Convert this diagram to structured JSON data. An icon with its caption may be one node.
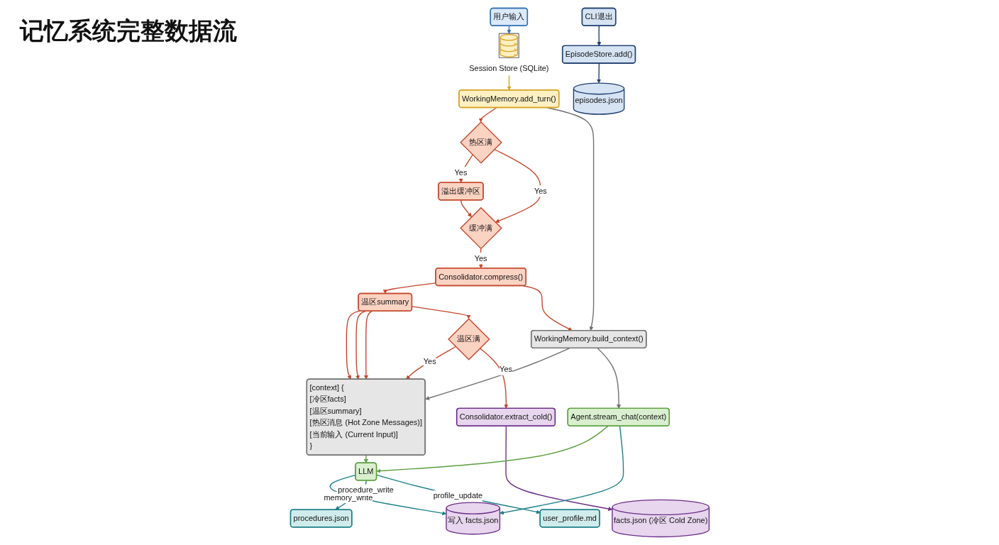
{
  "diagram": {
    "title": "记忆系统完整数据流",
    "nodes": [
      {
        "text": [
          "用户输入"
        ]
      },
      {
        "text": [
          "Session Store (SQLite)"
        ]
      },
      {
        "text": [
          "WorkingMemory.add_turn()"
        ]
      },
      {
        "text": [
          "热区满"
        ]
      },
      {
        "text": [
          "溢出缓冲区"
        ]
      },
      {
        "text": [
          "缓冲满"
        ]
      },
      {
        "text": [
          "Consolidator.compress()"
        ]
      },
      {
        "text": [
          "温区summary"
        ]
      },
      {
        "text": [
          "温区满"
        ]
      },
      {
        "text": [
          "Consolidator.extract_cold()"
        ]
      },
      {
        "text": [
          "facts.json (冷区 Cold Zone)"
        ]
      },
      {
        "text": [
          "WorkingMemory.build_context()"
        ]
      },
      {
        "text": [
          "[context] {",
          "[冷区facts]",
          "[温区summary]",
          "[热区消息 (Hot Zone Messages)]",
          "[当前输入 (Current Input)]",
          "}"
        ]
      },
      {
        "text": [
          "Agent.stream_chat(context)"
        ]
      },
      {
        "text": [
          "LLM"
        ]
      },
      {
        "text": [
          "写入 facts.json"
        ]
      },
      {
        "text": [
          "procedures.json"
        ]
      },
      {
        "text": [
          "user_profile.md"
        ]
      },
      {
        "text": [
          "CLI退出"
        ]
      },
      {
        "text": [
          "EpisodeStore.add()"
        ]
      },
      {
        "text": [
          "episodes.json"
        ]
      }
    ],
    "edges": [
      {
        "from": 0,
        "to": 1,
        "arrow": "to",
        "color": "#2f6fb5"
      },
      {
        "from": 1,
        "to": 2,
        "arrow": "to",
        "color": "#d6a21e"
      },
      {
        "from": 2,
        "to": 3,
        "arrow": "to"
      },
      {
        "from": 2,
        "to": 11,
        "arrow": "to",
        "color": "#6f6f6f"
      },
      {
        "from": 3,
        "to": 4,
        "arrow": "to",
        "label": "Yes"
      },
      {
        "from": 3,
        "to": 5,
        "arrow": "to",
        "label": "Yes"
      },
      {
        "from": 4,
        "to": 5,
        "arrow": "to"
      },
      {
        "from": 5,
        "to": 6,
        "arrow": "to",
        "label": "Yes"
      },
      {
        "from": 6,
        "to": 7,
        "arrow": "to"
      },
      {
        "from": 6,
        "to": 11,
        "arrow": "to"
      },
      {
        "from": 7,
        "to": 12,
        "arrow": "to"
      },
      {
        "from": 7,
        "to": 12,
        "arrow": "to"
      },
      {
        "from": 7,
        "to": 12,
        "arrow": "to"
      },
      {
        "from": 7,
        "to": 8,
        "arrow": "to"
      },
      {
        "from": 8,
        "to": 12,
        "arrow": "to",
        "label": "Yes"
      },
      {
        "from": 8,
        "to": 9,
        "arrow": "to",
        "label": "Yes"
      },
      {
        "from": 9,
        "to": 10,
        "arrow": "to",
        "color": "#6b2d86"
      },
      {
        "from": 11,
        "to": 12,
        "arrow": "to",
        "color": "#6f6f6f"
      },
      {
        "from": 11,
        "to": 13,
        "arrow": "to",
        "color": "#6f6f6f"
      },
      {
        "from": 13,
        "to": 14,
        "arrow": "to",
        "color": "#5b9e3f"
      },
      {
        "from": 13,
        "to": 15,
        "arrow": "to",
        "color": "#1b7f86"
      },
      {
        "from": 14,
        "to": 15,
        "arrow": "to",
        "label": "memory_write",
        "color": "#1b7f86"
      },
      {
        "from": 12,
        "to": 14,
        "arrow": "to",
        "color": "#5b9e3f"
      },
      {
        "from": 14,
        "to": 16,
        "arrow": "to",
        "label": "procedure_write",
        "color": "#1b7f86"
      },
      {
        "from": 14,
        "to": 17,
        "arrow": "to",
        "label": "profile_update",
        "color": "#1b7f86"
      },
      {
        "from": 18,
        "to": 19,
        "arrow": "to",
        "color": "#1f3f70"
      },
      {
        "from": 19,
        "to": 20,
        "arrow": "to",
        "color": "#1f3f70"
      }
    ]
  }
}
